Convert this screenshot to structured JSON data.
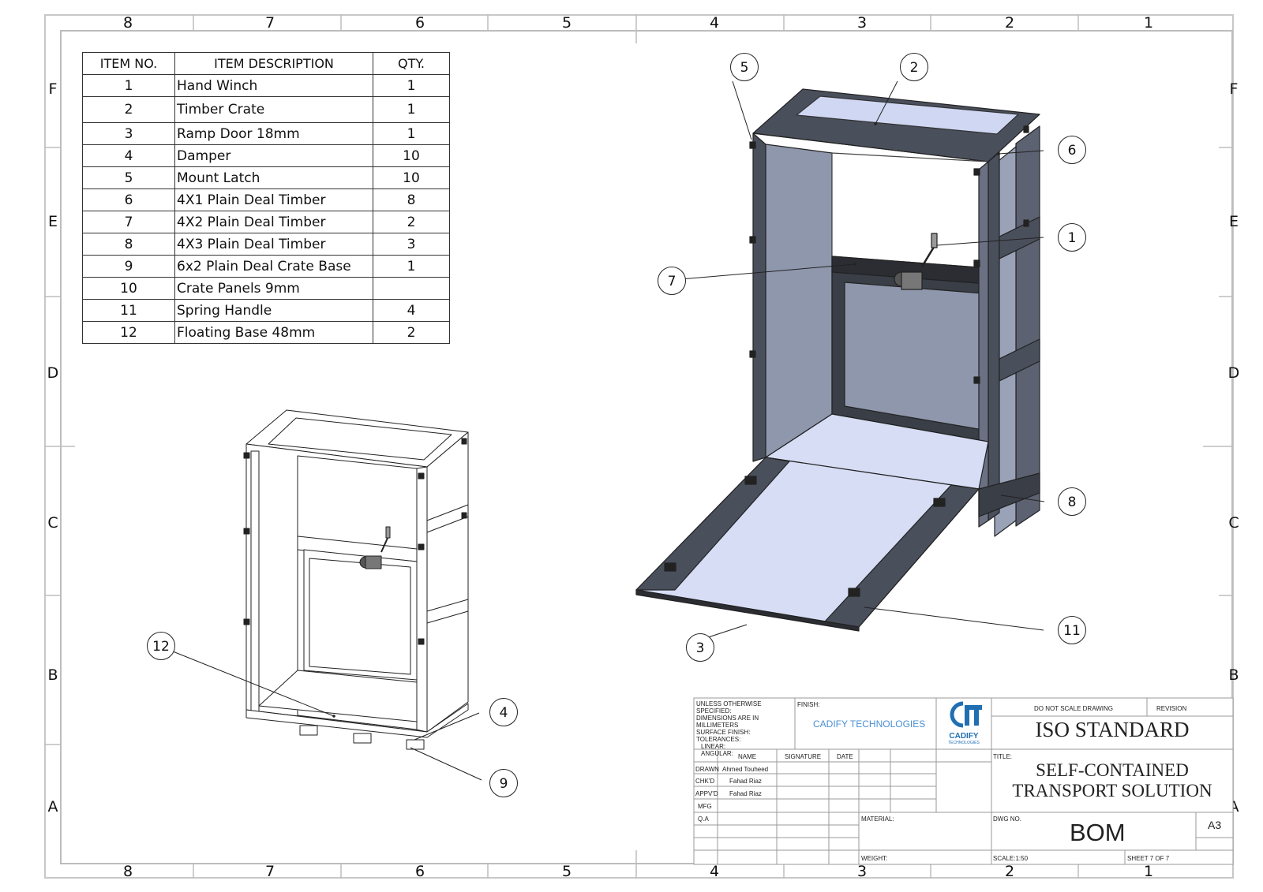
{
  "zones": {
    "columns": [
      "8",
      "7",
      "6",
      "5",
      "4",
      "3",
      "2",
      "1"
    ],
    "rows": [
      "F",
      "E",
      "D",
      "C",
      "B",
      "A"
    ]
  },
  "bom": {
    "headers": {
      "item_no": "ITEM NO.",
      "description": "ITEM DESCRIPTION",
      "qty": "QTY."
    },
    "rows": [
      {
        "no": "1",
        "desc": "Hand Winch",
        "qty": "1"
      },
      {
        "no": "2",
        "desc": "Timber Crate",
        "qty": "1"
      },
      {
        "no": "3",
        "desc": "Ramp Door 18mm",
        "qty": "1"
      },
      {
        "no": "4",
        "desc": "Damper",
        "qty": "10"
      },
      {
        "no": "5",
        "desc": "Mount Latch",
        "qty": "10"
      },
      {
        "no": "6",
        "desc": "4X1 Plain Deal Timber",
        "qty": "8"
      },
      {
        "no": "7",
        "desc": "4X2 Plain Deal Timber",
        "qty": "2"
      },
      {
        "no": "8",
        "desc": "4X3 Plain Deal Timber",
        "qty": "3"
      },
      {
        "no": "9",
        "desc": "6x2 Plain Deal Crate Base",
        "qty": "1"
      },
      {
        "no": "10",
        "desc": "Crate Panels 9mm",
        "qty": ""
      },
      {
        "no": "11",
        "desc": "Spring Handle",
        "qty": "4"
      },
      {
        "no": "12",
        "desc": "Floating Base 48mm",
        "qty": "2"
      }
    ]
  },
  "balloons": {
    "b1": "1",
    "b2": "2",
    "b3": "3",
    "b4": "4",
    "b5": "5",
    "b6": "6",
    "b7": "7",
    "b8": "8",
    "b9": "9",
    "b11": "11",
    "b12": "12"
  },
  "title_block": {
    "spec_lines": [
      "UNLESS OTHERWISE SPECIFIED:",
      "DIMENSIONS ARE IN MILLIMETERS",
      "SURFACE FINISH:",
      "TOLERANCES:",
      "   LINEAR:",
      "   ANGULAR:"
    ],
    "finish_label": "FINISH:",
    "company": "CADIFY TECHNOLOGIES",
    "logo_text": "CADIFY",
    "logo_sub": "TECHNOLOGIES",
    "do_not_scale": "DO NOT SCALE DRAWING",
    "revision_label": "REVISION",
    "standard": "ISO STANDARD",
    "col_name": "NAME",
    "col_signature": "SIGNATURE",
    "col_date": "DATE",
    "roles": [
      {
        "role": "DRAWN",
        "name": "Ahmed Touheed"
      },
      {
        "role": "CHK'D",
        "name": "Fahad Riaz"
      },
      {
        "role": "APPV'D",
        "name": "Fahad Riaz"
      },
      {
        "role": "MFG",
        "name": ""
      },
      {
        "role": "Q.A",
        "name": ""
      }
    ],
    "title_label": "TITLE:",
    "title_line1": "SELF-CONTAINED",
    "title_line2": "TRANSPORT SOLUTION",
    "material_label": "MATERIAL:",
    "dwg_no_label": "DWG NO.",
    "dwg_no": "BOM",
    "size": "A3",
    "weight_label": "WEIGHT:",
    "scale": "SCALE:1:50",
    "sheet": "SHEET 7 OF 7"
  },
  "colors": {
    "panel": "#8f97ad",
    "panel_light": "#d6ddf5",
    "frame_dark": "#4a4f5c",
    "border": "#c8c8c8"
  }
}
